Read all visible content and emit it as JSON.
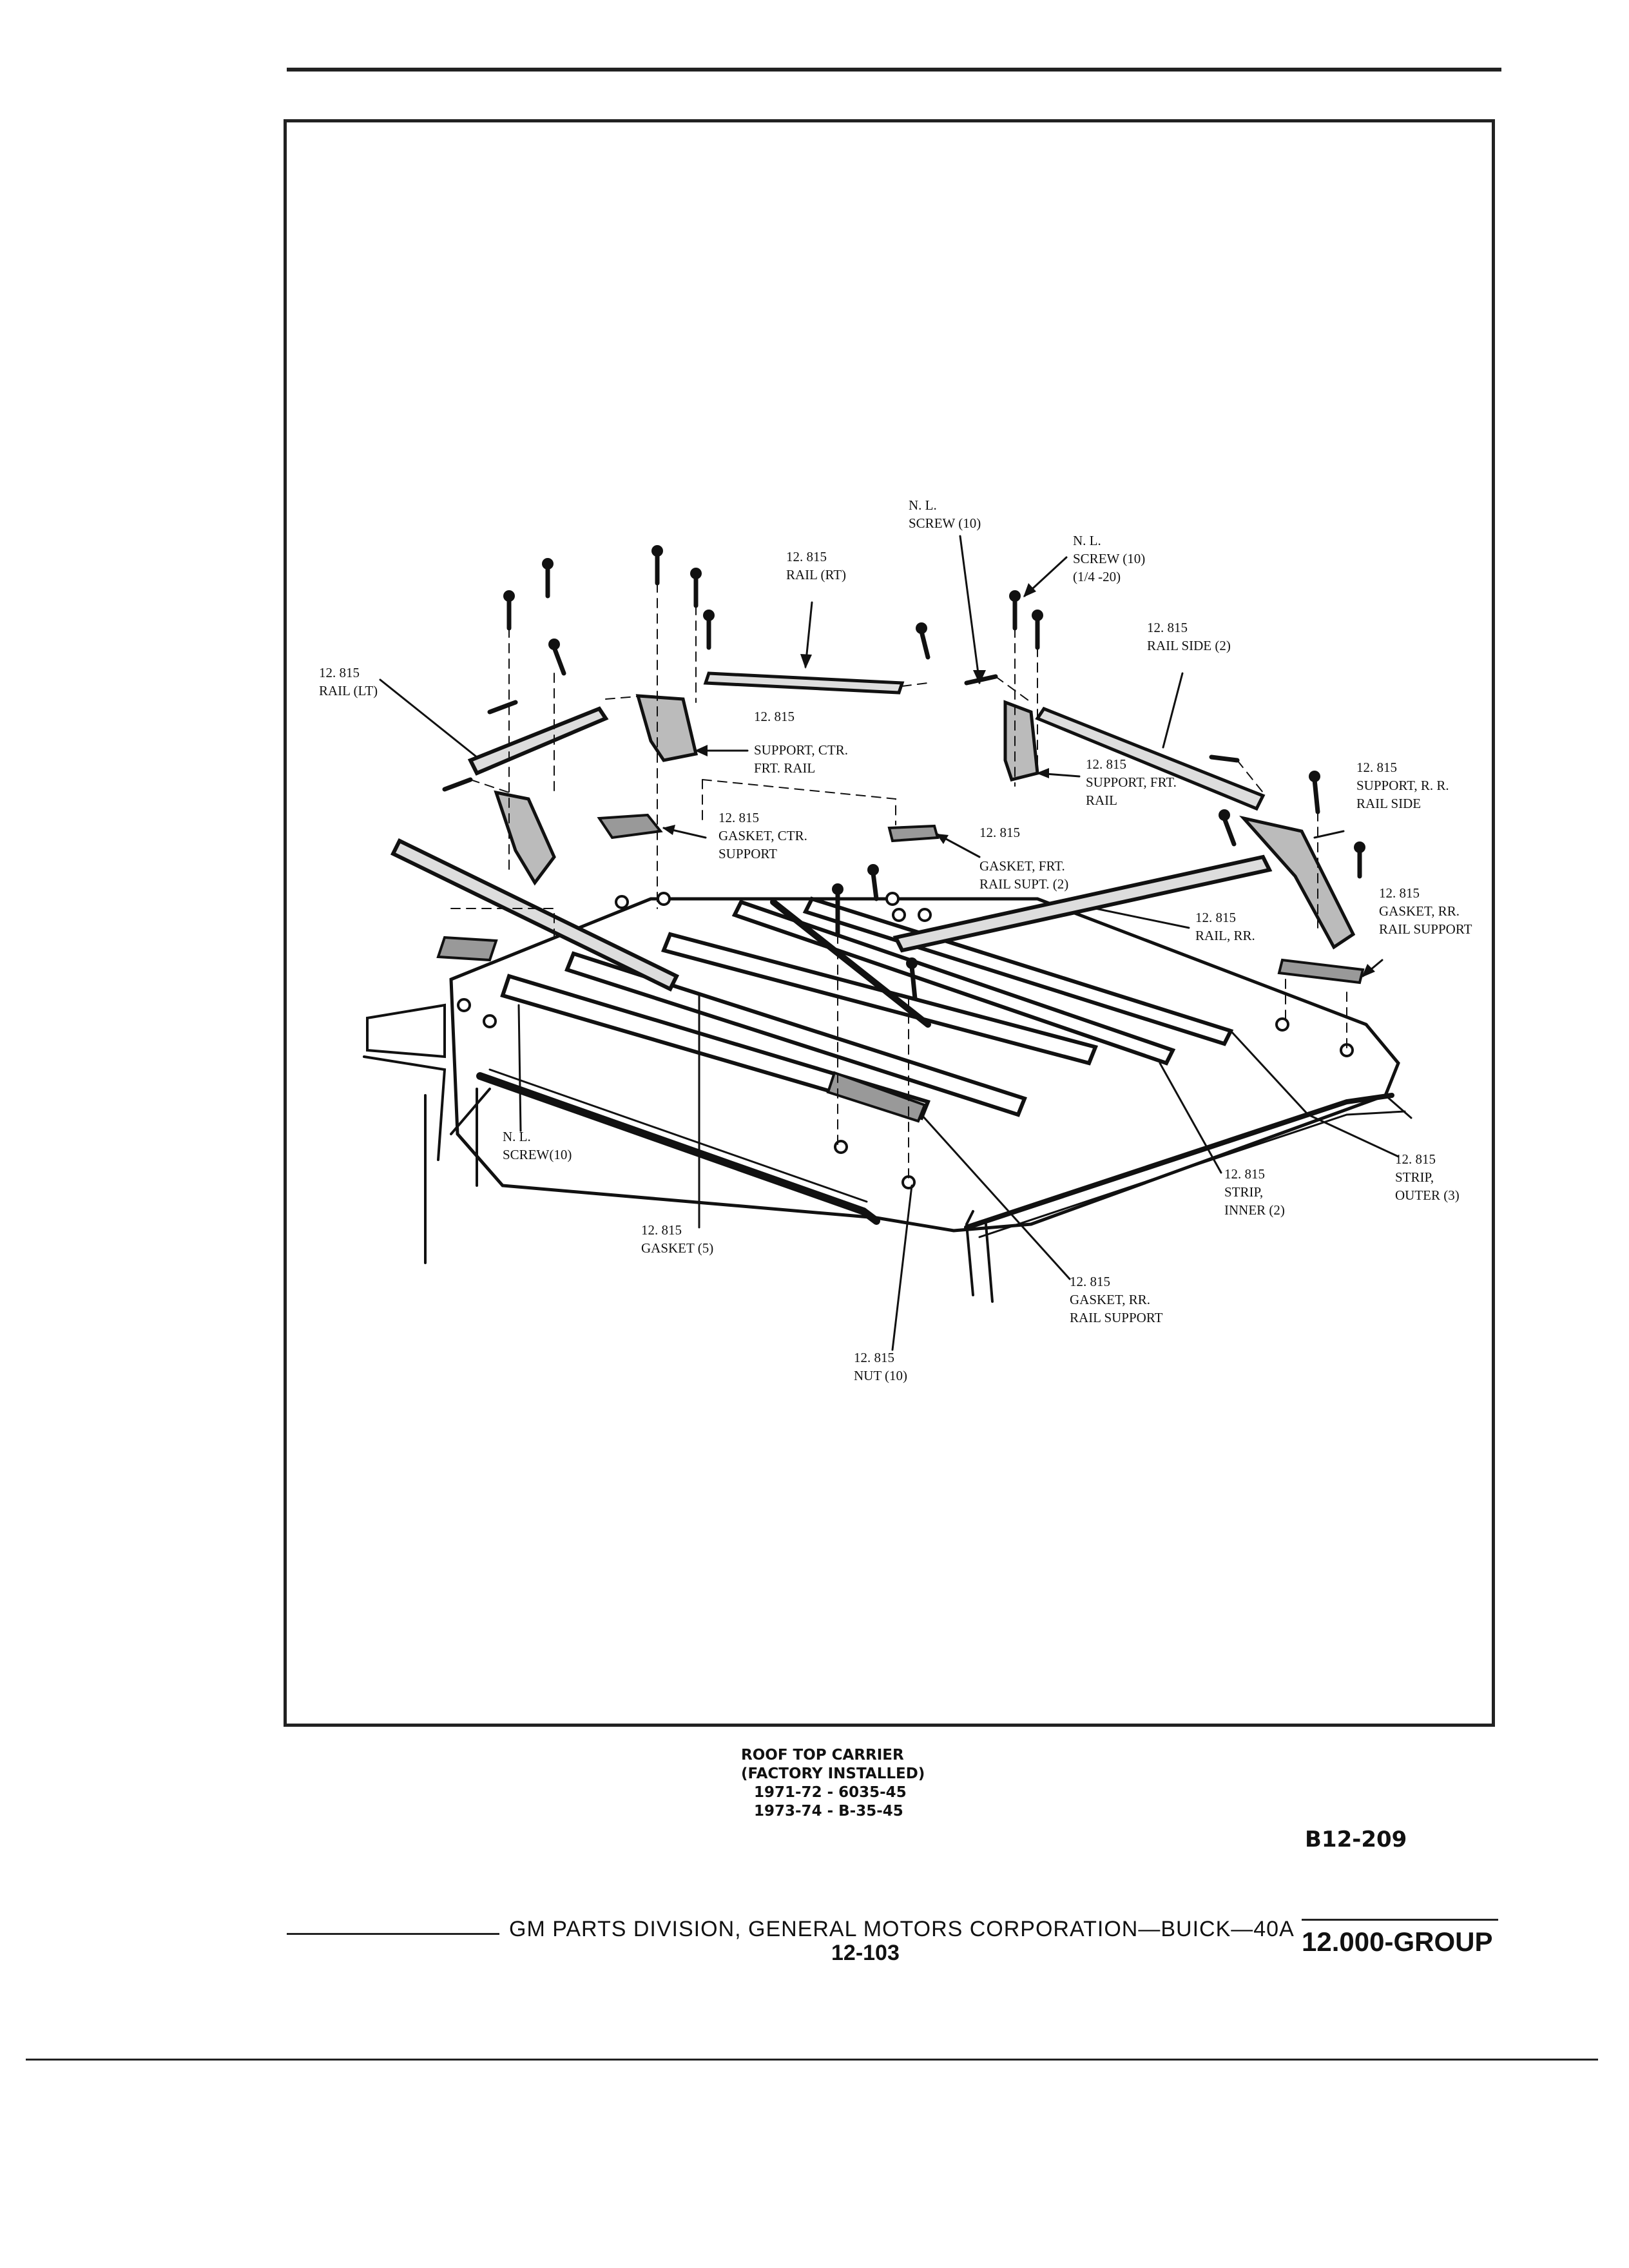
{
  "labels": {
    "nl_screw_top": [
      "N. L.",
      "SCREW (10)"
    ],
    "nl_screw_quarter": [
      "N. L.",
      "SCREW (10)",
      "(1/4 -20)"
    ],
    "rail_rt": [
      "12. 815",
      "",
      "RAIL (RT)"
    ],
    "rail_side": [
      "12. 815",
      "",
      "RAIL SIDE (2)"
    ],
    "rail_lt": [
      "12. 815",
      "",
      "RAIL (LT)"
    ],
    "support_ctr_code": "12. 815",
    "support_ctr": [
      "SUPPORT, CTR.",
      "FRT. RAIL"
    ],
    "support_frt": [
      "12. 815",
      "",
      "SUPPORT, FRT.",
      "RAIL"
    ],
    "support_rr": [
      "12. 815",
      "",
      "SUPPORT, R. R.",
      "RAIL SIDE"
    ],
    "gasket_ctr": [
      "12. 815",
      "",
      "GASKET, CTR.",
      "SUPPORT"
    ],
    "gasket_frt_code": "12. 815",
    "gasket_frt": [
      "GASKET, FRT.",
      "RAIL SUPT. (2)"
    ],
    "gasket_rr_right": [
      "12. 815",
      "",
      "GASKET, RR.",
      "RAIL SUPPORT"
    ],
    "rail_rr": [
      "12. 815",
      "",
      "RAIL, RR."
    ],
    "nl_screw_left": [
      "N. L.",
      "SCREW(10)"
    ],
    "strip_inner": [
      "12. 815",
      "",
      "STRIP,",
      "INNER (2)"
    ],
    "strip_outer": [
      "12. 815",
      "",
      "STRIP,",
      "OUTER (3)"
    ],
    "gasket_5": [
      "12. 815",
      "",
      "GASKET (5)"
    ],
    "gasket_rr_bottom": [
      "12. 815",
      "",
      "GASKET, RR.",
      "RAIL SUPPORT"
    ],
    "nut": [
      "12. 815",
      "",
      "NUT (10)"
    ]
  },
  "caption": {
    "line1": "ROOF TOP CARRIER",
    "line2": "(FACTORY INSTALLED)",
    "line3": "1971-72 - 6035-45",
    "line4": "1973-74 - B-35-45"
  },
  "figure_code": "B12-209",
  "footer": {
    "company": "GM PARTS DIVISION,  GENERAL MOTORS CORPORATION—BUICK—40A",
    "page": "12-103",
    "group": "12.000-GROUP"
  }
}
